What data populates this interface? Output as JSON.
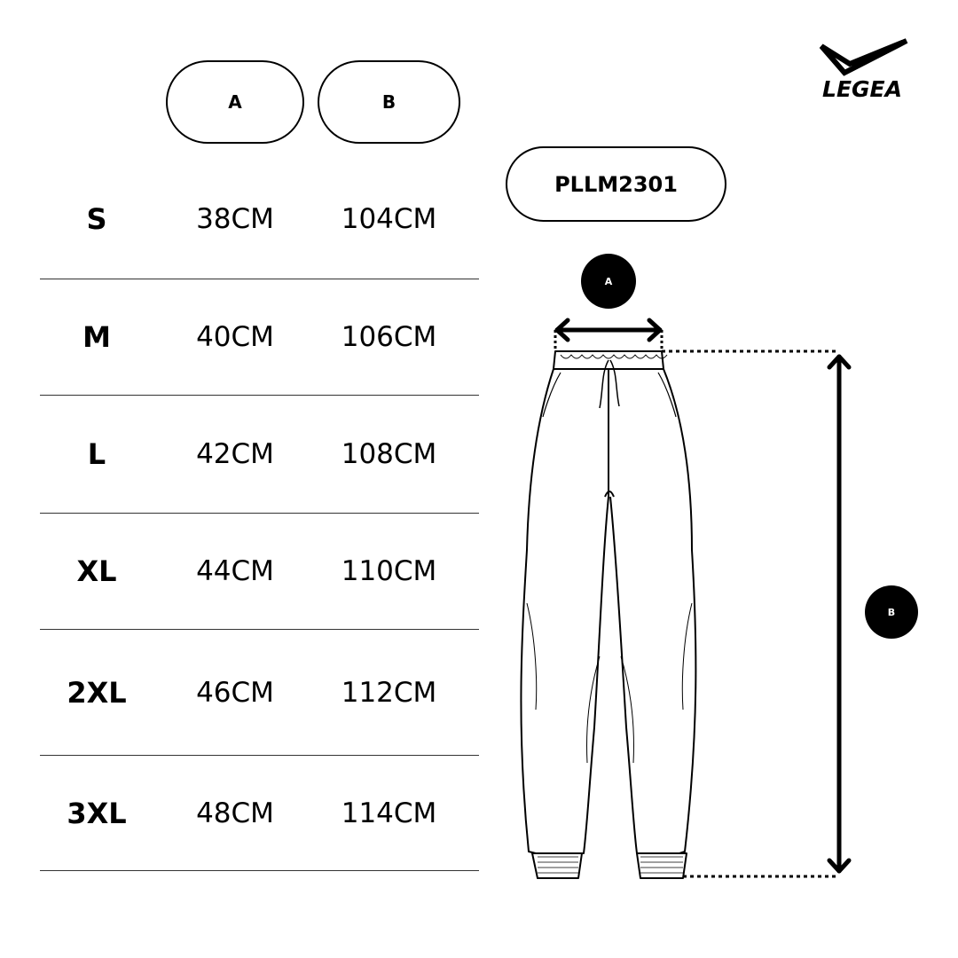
{
  "brand": {
    "name": "LEGEA"
  },
  "header": {
    "col_a": "A",
    "col_b": "B"
  },
  "product": {
    "code": "PLLM2301"
  },
  "diagram": {
    "badge_a": "A",
    "badge_b": "B"
  },
  "sizes": [
    {
      "size": "S",
      "a": "38CM",
      "b": "104CM"
    },
    {
      "size": "M",
      "a": "40CM",
      "b": "106CM"
    },
    {
      "size": "L",
      "a": "42CM",
      "b": "108CM"
    },
    {
      "size": "XL",
      "a": "44CM",
      "b": "110CM"
    },
    {
      "size": "2XL",
      "a": "46CM",
      "b": "112CM"
    },
    {
      "size": "3XL",
      "a": "48CM",
      "b": "114CM"
    }
  ]
}
